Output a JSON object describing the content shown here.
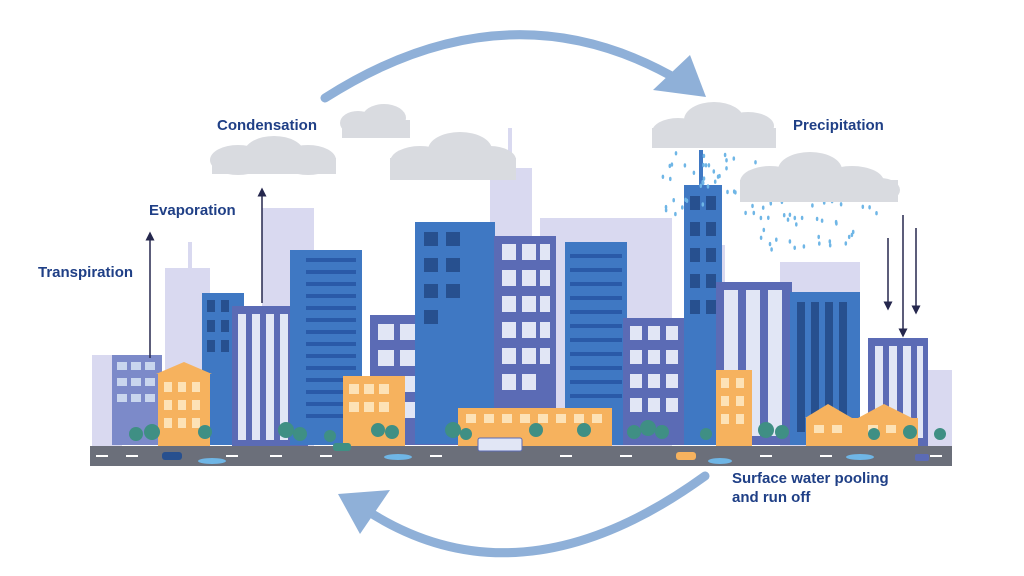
{
  "labels": {
    "condensation": "Condensation",
    "evaporation": "Evaporation",
    "transpiration": "Transpiration",
    "precipitation": "Precipitation",
    "runoff_line1": "Surface water pooling",
    "runoff_line2": "and run off"
  },
  "colors": {
    "cycle_arrow": "#8fb0d8",
    "label_text": "#1f3f86",
    "building_dark": "#5b6bb5",
    "building_mid": "#3f78c3",
    "building_pale": "#d9d9f0",
    "building_orange": "#f6b25e",
    "window": "#c9d6ee",
    "road": "#6b6f7a",
    "tree": "#3f8f84",
    "cloud": "#d9dbe0",
    "rain": "#6fb6e6",
    "arrow_dark": "#25274d"
  }
}
